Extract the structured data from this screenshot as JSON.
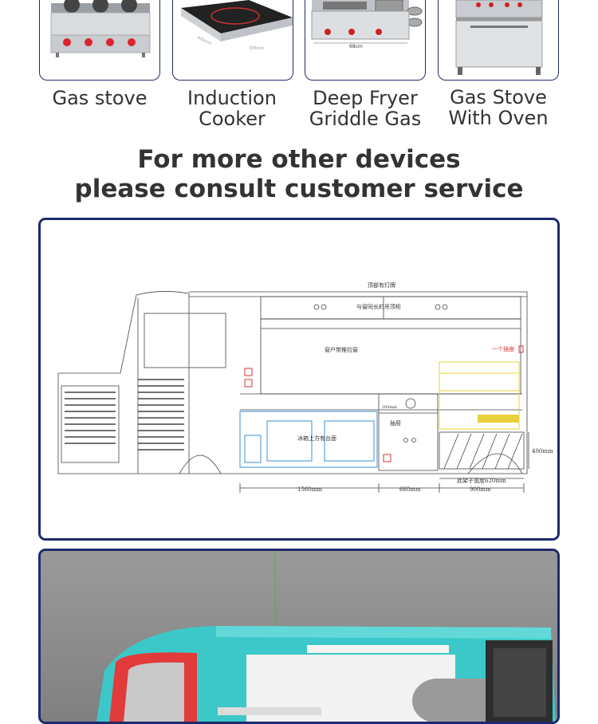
{
  "devices": [
    {
      "caption_line1": "Gas stove",
      "caption_line2": ""
    },
    {
      "caption_line1": "Induction",
      "caption_line2": "Cooker"
    },
    {
      "caption_line1": "Deep Fryer",
      "caption_line2": "Griddle Gas"
    },
    {
      "caption_line1": "Gas Stove",
      "caption_line2": "With Oven"
    }
  ],
  "headline": {
    "line1": "For more other devices",
    "line2": "please consult customer service"
  },
  "plan": {
    "roof_sign": "顶部有灯牌",
    "cabinet": "与窗同长的吊顶柜",
    "window": "窗户带推拉窗",
    "socket_note": "一个插座",
    "drawer": "抽屉",
    "fridge": "冰箱上方有台面",
    "rack_width": "此架子宽度620mm",
    "dim_1560": "1560mm",
    "dim_660": "660mm",
    "dim_900": "900mm",
    "dim_400": "400mm",
    "dim_200": "200mm"
  },
  "colors": {
    "frame": "#1f2a6b",
    "truck_body": "#3cc8c8",
    "truck_red": "#e23b3b",
    "render_bg": "#8c8c8c",
    "blueprint_blue": "#3a8fd6",
    "blueprint_yellow": "#e8d23a",
    "blueprint_red": "#d33"
  }
}
